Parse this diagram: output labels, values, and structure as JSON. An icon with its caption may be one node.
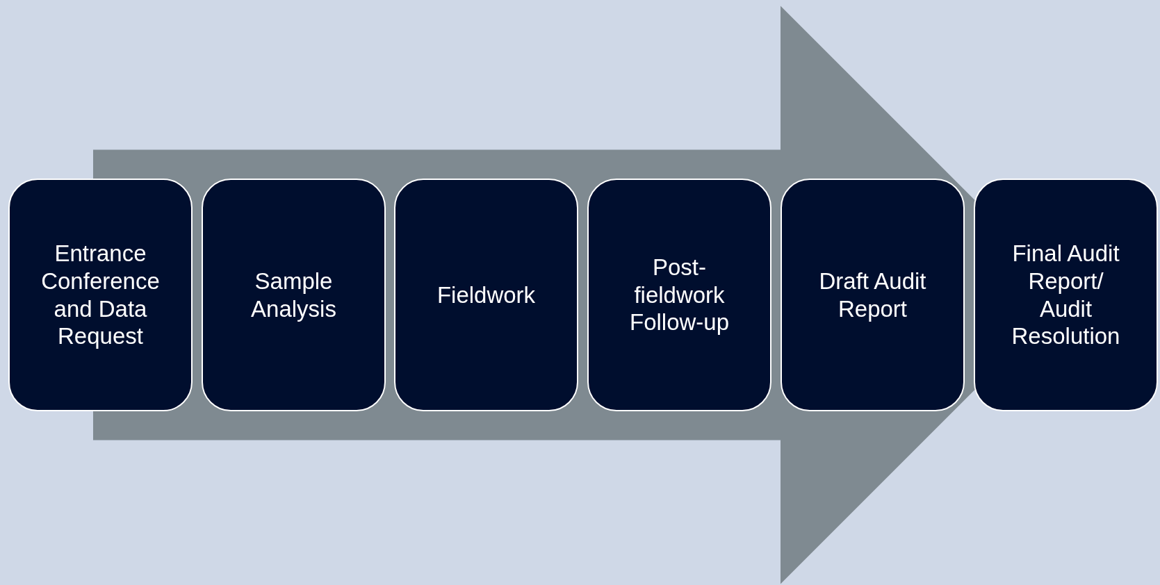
{
  "diagram": {
    "nodes": [
      {
        "text": [
          "Entrance Conference and Data Request"
        ]
      },
      {
        "text": [
          "Sample Analysis"
        ]
      },
      {
        "text": [
          "Fieldwork"
        ]
      },
      {
        "text": [
          "Post-fieldwork Follow-up"
        ]
      },
      {
        "text": [
          "Draft Audit Report"
        ]
      },
      {
        "text": [
          "Final Audit Report/ Audit Resolution"
        ]
      }
    ],
    "edges": [
      {
        "from": 0,
        "to": 5,
        "arrow": "to",
        "style": "thick"
      }
    ]
  }
}
